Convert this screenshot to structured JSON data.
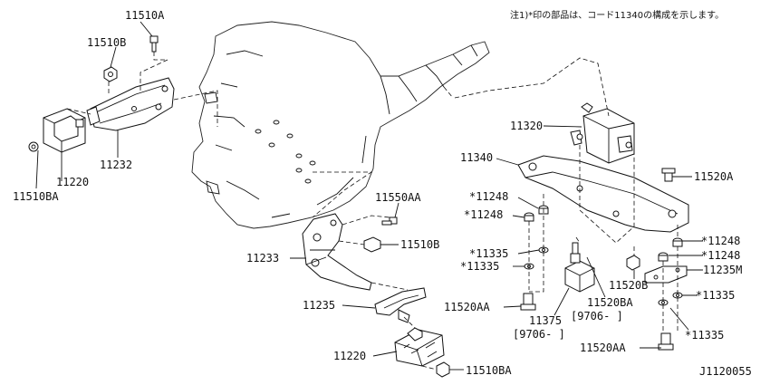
{
  "note": "注1)*印の部品は、コード11340の構成を示します。",
  "diagram_id": "J1120055",
  "labels": {
    "p11510A": "11510A",
    "p11510B_top": "11510B",
    "p11510BA_left": "11510BA",
    "p11220_left": "11220",
    "p11232": "11232",
    "p11550AA": "11550AA",
    "p11510B_mid": "11510B",
    "p11233": "11233",
    "p11235": "11235",
    "p11220_bottom": "11220",
    "p11510BA_bottom": "11510BA",
    "p11320": "11320",
    "p11340": "11340",
    "p11520A": "11520A",
    "p11248_a": "*11248",
    "p11248_b": "*11248",
    "p11335_a": "*11335",
    "p11335_b": "*11335",
    "p11520AA_left": "11520AA",
    "p11375": "11375",
    "date_11375": "[9706-   ]",
    "p11520B": "11520B",
    "p11520BA": "11520BA",
    "date_11520BA": "[9706-   ]",
    "p11248_c": "*11248",
    "p11248_d": "*11248",
    "p11235M": "11235M",
    "p11335_c": "*11335",
    "p11335_d": "*11335",
    "p11520AA_right": "11520AA"
  }
}
